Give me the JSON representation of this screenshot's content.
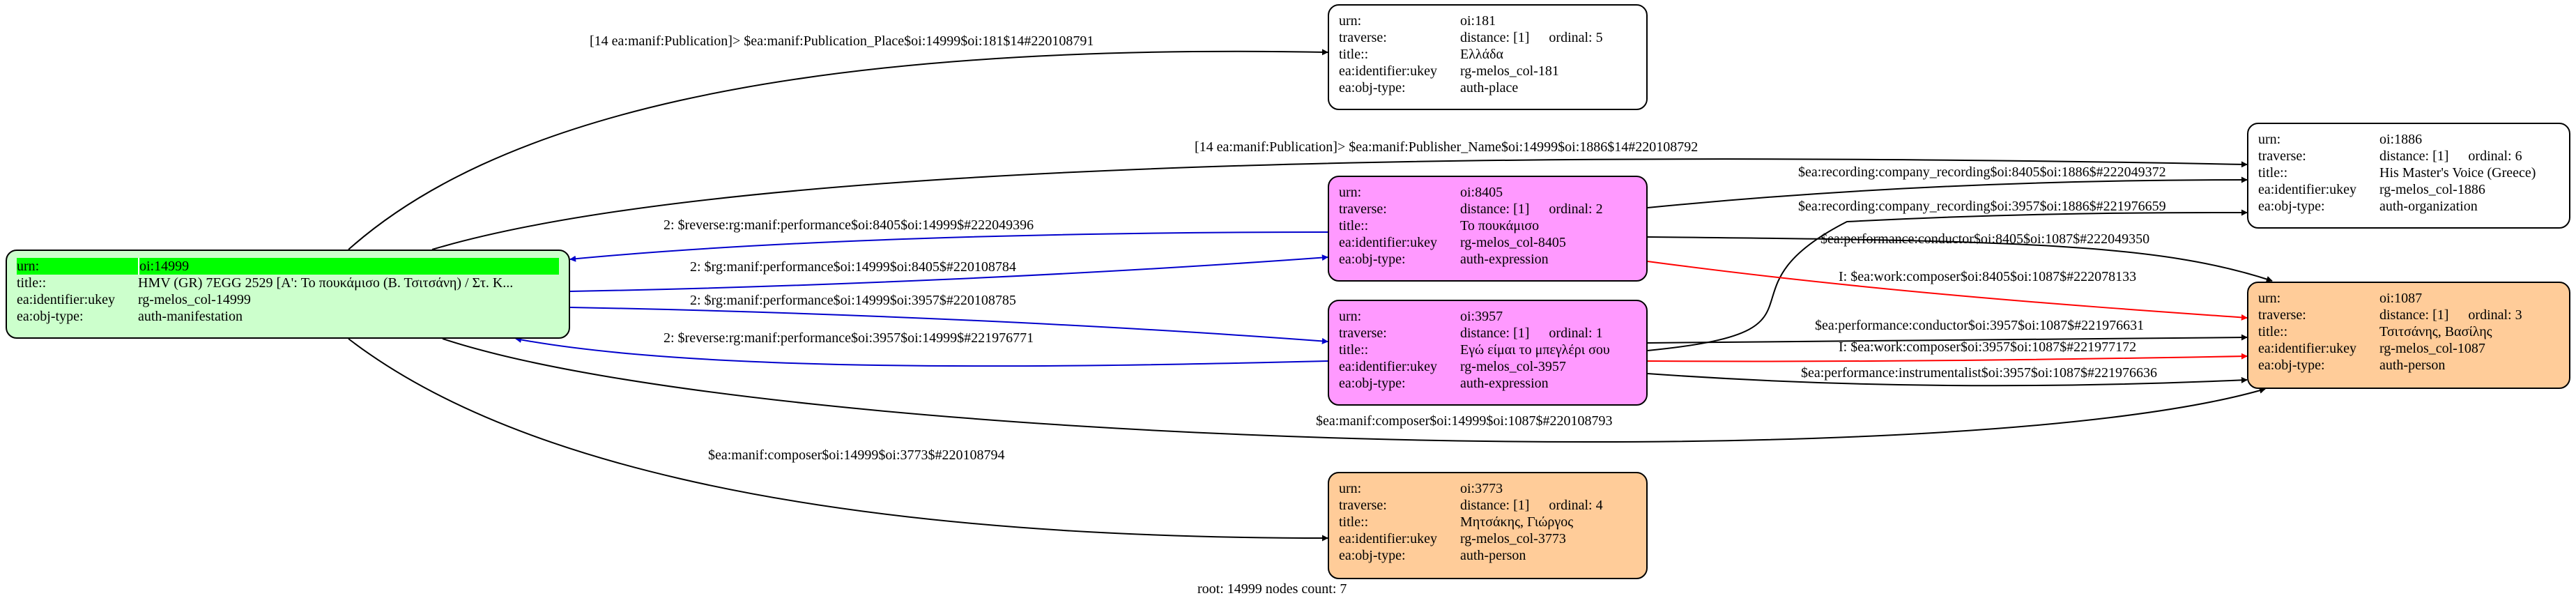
{
  "colors": {
    "manifestation": "#ccffcc",
    "expression": "#ff99ff",
    "person": "#ffcc99",
    "place": "#ffffff",
    "organization": "#ffffff",
    "highlight": "#00ff00",
    "edge_default": "#000000",
    "edge_performance": "#0000cc",
    "edge_composer_work": "#ff0000"
  },
  "nodes": {
    "n14999": {
      "urn_key": "urn:",
      "urn": "oi:14999",
      "title_key": "title::",
      "title": "HMV (GR) 7EGG 2529 [A': Το πουκάμισο (Β. Τσιτσάνη) / Στ. Κ...",
      "ukey_key": "ea:identifier:ukey",
      "ukey": "rg-melos_col-14999",
      "type_key": "ea:obj-type:",
      "type": "auth-manifestation"
    },
    "n181": {
      "urn_key": "urn:",
      "urn": "oi:181",
      "traverse_key": "traverse:",
      "distance": "distance: [1]",
      "ordinal": "ordinal: 5",
      "title_key": "title::",
      "title": "Ελλάδα",
      "ukey_key": "ea:identifier:ukey",
      "ukey": "rg-melos_col-181",
      "type_key": "ea:obj-type:",
      "type": "auth-place"
    },
    "n1886": {
      "urn_key": "urn:",
      "urn": "oi:1886",
      "traverse_key": "traverse:",
      "distance": "distance: [1]",
      "ordinal": "ordinal: 6",
      "title_key": "title::",
      "title": "His Master's Voice (Greece)",
      "ukey_key": "ea:identifier:ukey",
      "ukey": "rg-melos_col-1886",
      "type_key": "ea:obj-type:",
      "type": "auth-organization"
    },
    "n8405": {
      "urn_key": "urn:",
      "urn": "oi:8405",
      "traverse_key": "traverse:",
      "distance": "distance: [1]",
      "ordinal": "ordinal: 2",
      "title_key": "title::",
      "title": "Το πουκάμισο",
      "ukey_key": "ea:identifier:ukey",
      "ukey": "rg-melos_col-8405",
      "type_key": "ea:obj-type:",
      "type": "auth-expression"
    },
    "n3957": {
      "urn_key": "urn:",
      "urn": "oi:3957",
      "traverse_key": "traverse:",
      "distance": "distance: [1]",
      "ordinal": "ordinal: 1",
      "title_key": "title::",
      "title": "Εγώ είμαι το μπεγλέρι σου",
      "ukey_key": "ea:identifier:ukey",
      "ukey": "rg-melos_col-3957",
      "type_key": "ea:obj-type:",
      "type": "auth-expression"
    },
    "n1087": {
      "urn_key": "urn:",
      "urn": "oi:1087",
      "traverse_key": "traverse:",
      "distance": "distance: [1]",
      "ordinal": "ordinal: 3",
      "title_key": "title::",
      "title": "Τσιτσάνης, Βασίλης",
      "ukey_key": "ea:identifier:ukey",
      "ukey": "rg-melos_col-1087",
      "type_key": "ea:obj-type:",
      "type": "auth-person"
    },
    "n3773": {
      "urn_key": "urn:",
      "urn": "oi:3773",
      "traverse_key": "traverse:",
      "distance": "distance: [1]",
      "ordinal": "ordinal: 4",
      "title_key": "title::",
      "title": "Μητσάκης, Γιώργος",
      "ukey_key": "ea:identifier:ukey",
      "ukey": "rg-melos_col-3773",
      "type_key": "ea:obj-type:",
      "type": "auth-person"
    }
  },
  "edges": {
    "e_pub_place": "[14 ea:manif:Publication]> $ea:manif:Publication_Place$oi:14999$oi:181$14#220108791",
    "e_pub_name": "[14 ea:manif:Publication]> $ea:manif:Publisher_Name$oi:14999$oi:1886$14#220108792",
    "e_rev_8405": "2: $reverse:rg:manif:performance$oi:8405$oi:14999$#222049396",
    "e_perf_8405": "2: $rg:manif:performance$oi:14999$oi:8405$#220108784",
    "e_perf_3957": "2: $rg:manif:performance$oi:14999$oi:3957$#220108785",
    "e_rev_3957": "2: $reverse:rg:manif:performance$oi:3957$oi:14999$#221976771",
    "e_rec_8405": "$ea:recording:company_recording$oi:8405$oi:1886$#222049372",
    "e_rec_3957": "$ea:recording:company_recording$oi:3957$oi:1886$#221976659",
    "e_cond_8405": "$ea:performance:conductor$oi:8405$oi:1087$#222049350",
    "e_comp_8405": "I: $ea:work:composer$oi:8405$oi:1087$#222078133",
    "e_cond_3957": "$ea:performance:conductor$oi:3957$oi:1087$#221976631",
    "e_comp_3957": "I: $ea:work:composer$oi:3957$oi:1087$#221977172",
    "e_instr_3957": "$ea:performance:instrumentalist$oi:3957$oi:1087$#221976636",
    "e_manif_comp_1087": "$ea:manif:composer$oi:14999$oi:1087$#220108793",
    "e_manif_comp_3773": "$ea:manif:composer$oi:14999$oi:3773$#220108794"
  },
  "footer": "root: 14999 nodes count: 7"
}
